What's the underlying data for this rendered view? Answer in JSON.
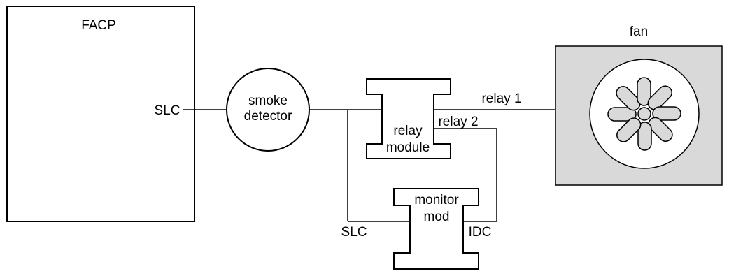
{
  "facp": {
    "label": "FACP",
    "port_label": "SLC"
  },
  "smoke_detector": {
    "line1": "smoke",
    "line2": "detector"
  },
  "relay_module": {
    "line1": "relay",
    "line2": "module"
  },
  "monitor_module": {
    "line1": "monitor",
    "line2": "mod",
    "slc_label": "SLC",
    "idc_label": "IDC"
  },
  "fan": {
    "label": "fan"
  },
  "connections": {
    "relay1_label": "relay 1",
    "relay2_label": "relay 2"
  },
  "colors": {
    "fan_background": "#d9d9d9",
    "line": "#000000",
    "fan_blade": "#d9d9d9"
  }
}
